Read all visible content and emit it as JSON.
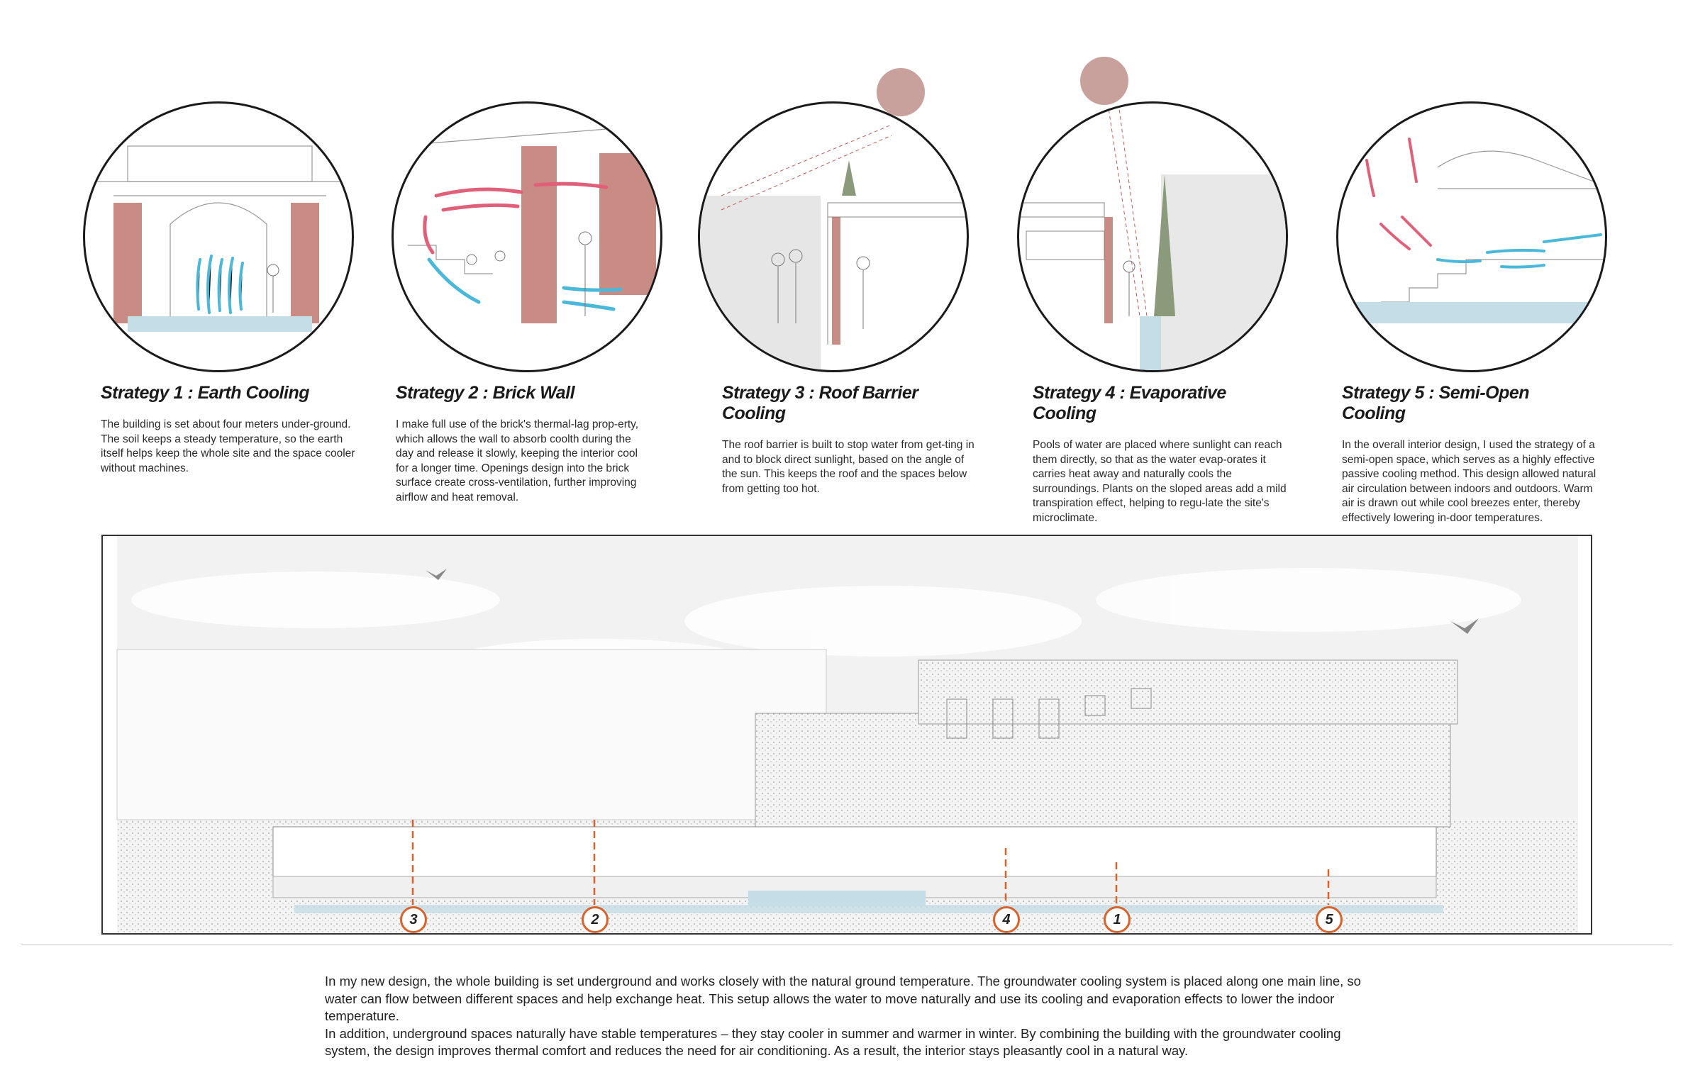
{
  "strategies": [
    {
      "title": "Strategy 1 : Earth Cooling",
      "body": "The building is set about four meters under-ground. The soil keeps a steady temperature, so the earth itself helps keep the whole site and the space cooler without machines."
    },
    {
      "title": "Strategy 2 : Brick Wall",
      "body": "I make full use of the brick's thermal-lag prop-erty, which allows the wall to absorb coolth during the day and release it slowly, keeping the interior cool for a longer time. Openings design into the brick surface create  cross-ventilation, further improving airflow and heat removal."
    },
    {
      "title": "Strategy 3 : Roof Barrier Cooling",
      "body": "The roof barrier is built to stop water from get-ting in and to block direct sunlight, based on the angle of the sun. This keeps the roof and the spaces below from getting too hot."
    },
    {
      "title": "Strategy 4 : Evaporative Cooling",
      "body": "Pools of water are placed where sunlight can reach them directly, so that as the water evap-orates it carries heat away and naturally cools the surroundings. Plants on the sloped areas add a mild transpiration effect, helping to regu-late the site's microclimate."
    },
    {
      "title": "Strategy 5 : Semi-Open Cooling",
      "body": "In the overall interior design, I used the strategy of a semi-open space, which serves as a highly effective passive cooling method. This design allowed natural air circulation between indoors and outdoors. Warm air is drawn out while cool breezes enter, thereby effectively lowering in-door temperatures."
    }
  ],
  "section_markers": [
    "3",
    "2",
    "4",
    "1",
    "5"
  ],
  "summary": [
    "In my new design, the whole building is set underground and works closely with the natural ground temperature. The groundwater cooling system is placed along one main line, so water can flow between different spaces and help exchange heat. This setup allows the water to move naturally and use its cooling and evaporation effects to lower the indoor temperature.",
    "In addition, underground spaces naturally have stable temperatures – they stay cooler in summer and warmer in winter. By combining the building with the groundwater cooling system, the design improves thermal comfort and reduces the need for air conditioning. As a result, the interior stays pleasantly cool in a natural way."
  ],
  "colors": {
    "warm_air": "#e0607a",
    "cool_air": "#4ab8d8",
    "sun": "#c9a19c",
    "brick": "#b5665c",
    "marker": "#d9622b",
    "water": "#c5dde6"
  }
}
